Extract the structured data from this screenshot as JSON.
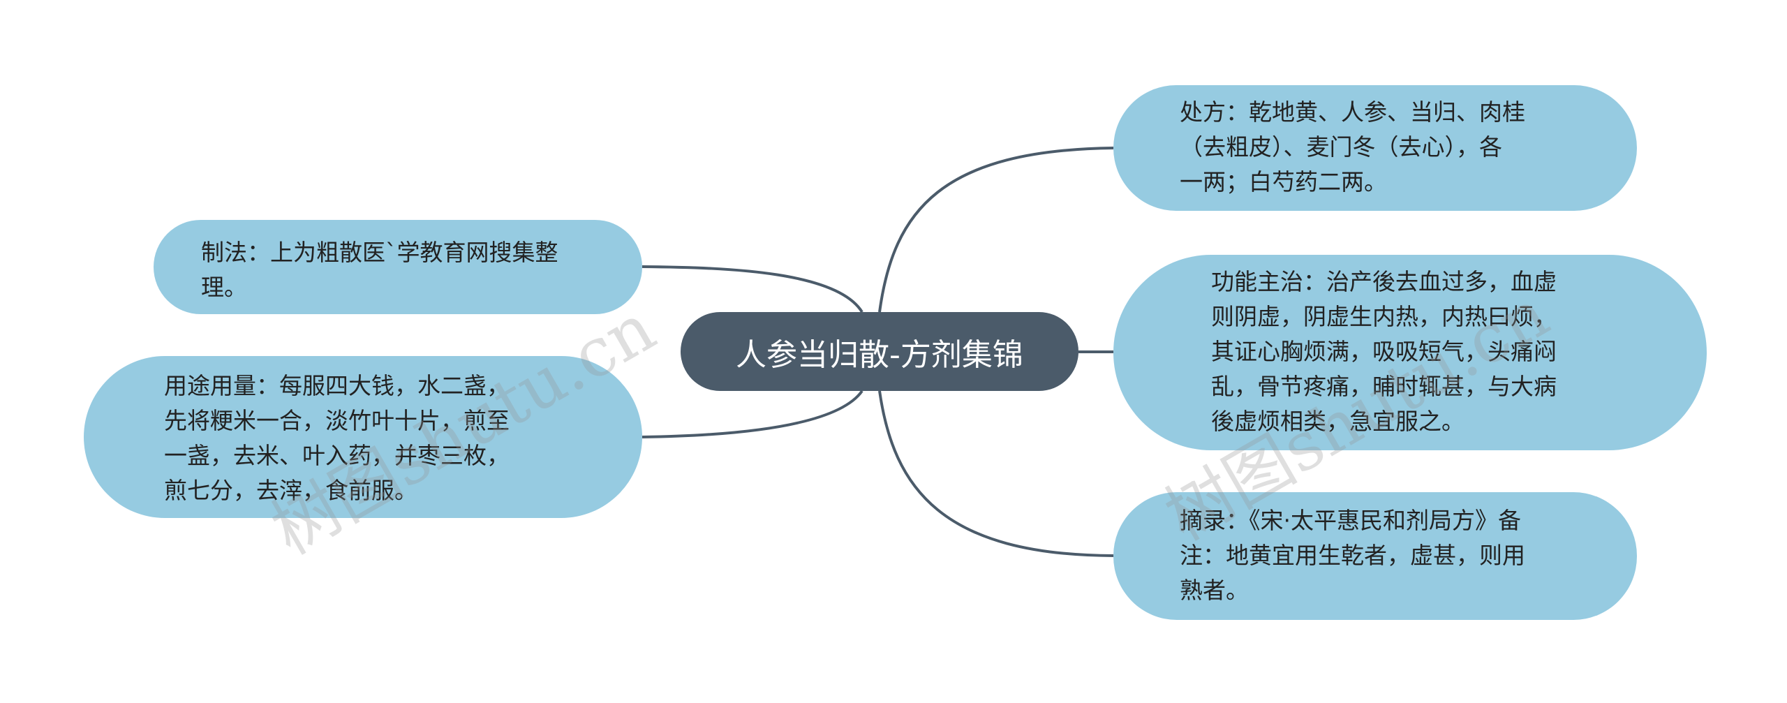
{
  "center": {
    "title": "人参当归散-方剂集锦"
  },
  "left_nodes": {
    "zhifa": {
      "lines": [
        "制法：上为粗散医`学教育网搜集整",
        "理。"
      ]
    },
    "yongtu": {
      "lines": [
        "用途用量：每服四大钱，水二盏，",
        "先将粳米一合，淡竹叶十片，煎至",
        "一盏，去米、叶入药，并枣三枚，",
        "煎七分，去滓，食前服。"
      ]
    }
  },
  "right_nodes": {
    "chufang": {
      "lines": [
        "处方：乾地黄、人参、当归、肉桂",
        "（去粗皮）、麦门冬（去心），各",
        "一两；白芍药二两。"
      ]
    },
    "gongneng": {
      "lines": [
        "功能主治：治产後去血过多，血虚",
        "则阴虚，阴虚生内热，内热曰烦，",
        "其证心胸烦满，吸吸短气，头痛闷",
        "乱，骨节疼痛，晡时辄甚，与大病",
        "後虚烦相类，急宜服之。"
      ]
    },
    "zhailu": {
      "lines": [
        "摘录：《宋·太平惠民和剂局方》备",
        "注：地黄宜用生乾者，虚甚，则用",
        "熟者。"
      ]
    }
  },
  "watermarks": {
    "left": "树图shutu.cn",
    "right": "树图shutu.cn"
  },
  "colors": {
    "center_bg": "#4b5b6a",
    "leaf_bg": "#96cbe1",
    "connector": "#4b5b6a"
  }
}
